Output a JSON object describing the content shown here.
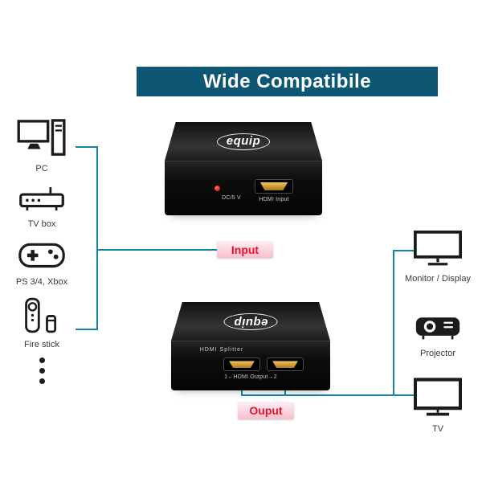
{
  "banner": {
    "title": "Wide Compatibile"
  },
  "tags": {
    "input": "Input",
    "output": "Ouput"
  },
  "device_front": {
    "brand": "equip",
    "dc_label": "DC/5 V",
    "hdmi_label": "HDMI Input"
  },
  "device_rear": {
    "brand": "equip",
    "title": "HDMI Splitter",
    "ports_label": "1←HDMI Output→2"
  },
  "sources": [
    {
      "label": "PC",
      "icon": "pc-icon"
    },
    {
      "label": "TV box",
      "icon": "tv-box-icon"
    },
    {
      "label": "PS 3/4, Xbox",
      "icon": "gamepad-icon"
    },
    {
      "label": "Fire stick",
      "icon": "fire-stick-icon"
    }
  ],
  "outputs": [
    {
      "label": "Monitor / Display",
      "icon": "monitor-icon"
    },
    {
      "label": "Projector",
      "icon": "projector-icon"
    },
    {
      "label": "TV",
      "icon": "tv-icon"
    }
  ],
  "colors": {
    "banner_bg": "#0d5775",
    "line": "#1583a8",
    "accent_red": "#e8112d",
    "tag_bg": "#f8cdd7"
  }
}
